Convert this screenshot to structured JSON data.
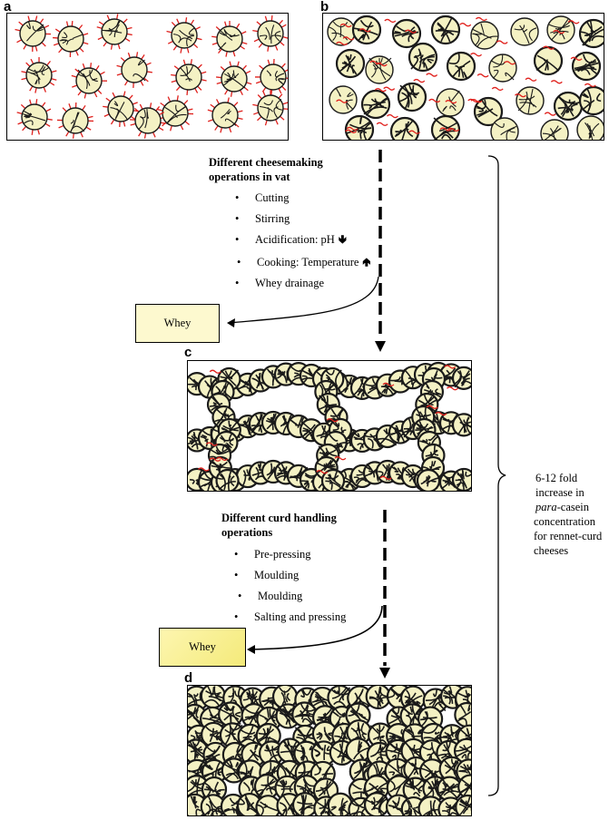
{
  "panels": {
    "a": "a",
    "b": "b",
    "c": "c",
    "d": "d"
  },
  "step1": {
    "heading_line1": "Different  cheesemaking",
    "heading_line2": "operations in vat",
    "items": [
      {
        "text": "Cutting"
      },
      {
        "text": "Stirring"
      },
      {
        "text": "Acidification: pH",
        "icon": "arrow-down-icon",
        "glyph": "🢃"
      },
      {
        "text": "Cooking: Temperature",
        "icon": "arrow-up-icon",
        "glyph": "🢁"
      },
      {
        "text": "Whey drainage"
      }
    ]
  },
  "step2": {
    "heading_line1": "Different  curd handling",
    "heading_line2": "operations",
    "items": [
      {
        "text": "Pre-pressing"
      },
      {
        "text": "Moulding"
      },
      {
        "text": "Moulding"
      },
      {
        "text": "Salting and pressing"
      }
    ]
  },
  "whey1": "Whey",
  "whey2": "Whey",
  "side_note": {
    "line1": "6-12 fold",
    "line2": "increase in",
    "line3_italic": "para",
    "line3_rest": "-casein",
    "line4": "concentration",
    "line5": "for rennet-curd",
    "line6": "cheeses"
  },
  "colors": {
    "micelle_fill": "#f4f1c4",
    "micelle_stroke": "#1a1a1a",
    "hair": "#e0201c"
  }
}
